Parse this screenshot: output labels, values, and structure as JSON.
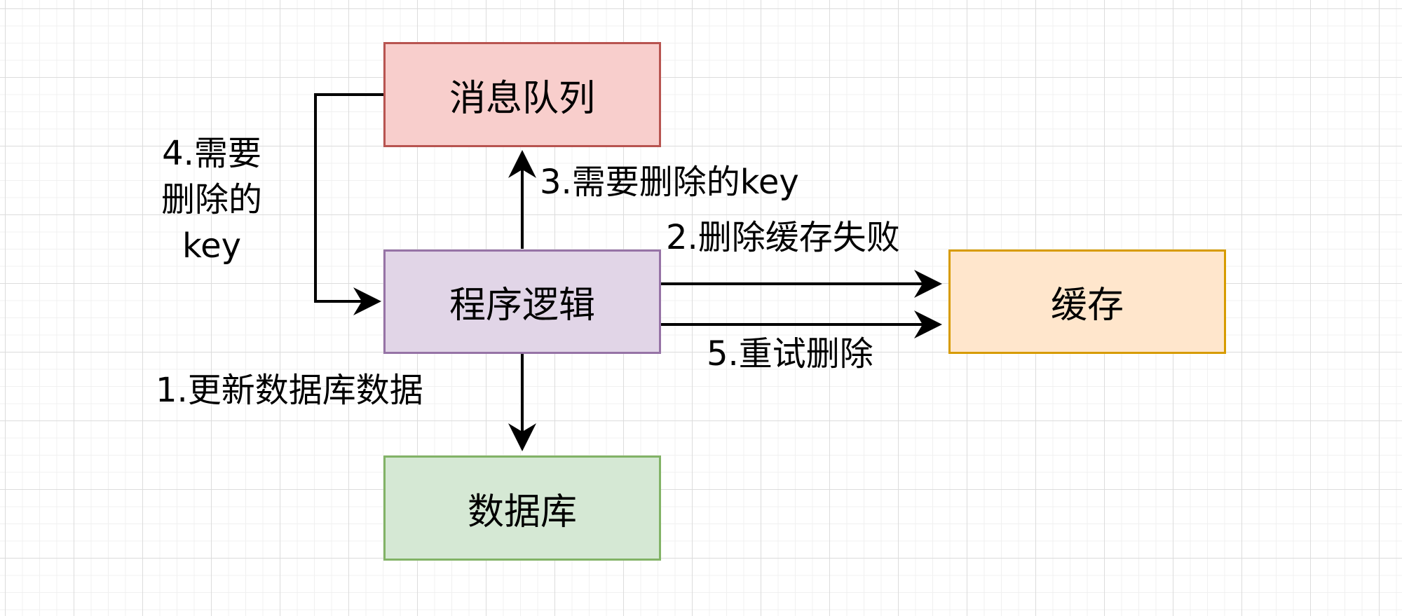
{
  "nodes": {
    "queue": {
      "label": "消息队列",
      "fill": "#f8cecc",
      "stroke": "#b85450"
    },
    "logic": {
      "label": "程序逻辑",
      "fill": "#e1d5e7",
      "stroke": "#9673a6"
    },
    "database": {
      "label": "数据库",
      "fill": "#d5e8d4",
      "stroke": "#82b366"
    },
    "cache": {
      "label": "缓存",
      "fill": "#ffe6cc",
      "stroke": "#d79b00"
    }
  },
  "edges": {
    "step1": {
      "label": "1.更新数据库数据"
    },
    "step2": {
      "label": "2.删除缓存失败"
    },
    "step3": {
      "label": "3.需要删除的key"
    },
    "step4": {
      "lines": [
        "4.需要",
        "删除的",
        "key"
      ]
    },
    "step5": {
      "label": "5.重试删除"
    }
  }
}
